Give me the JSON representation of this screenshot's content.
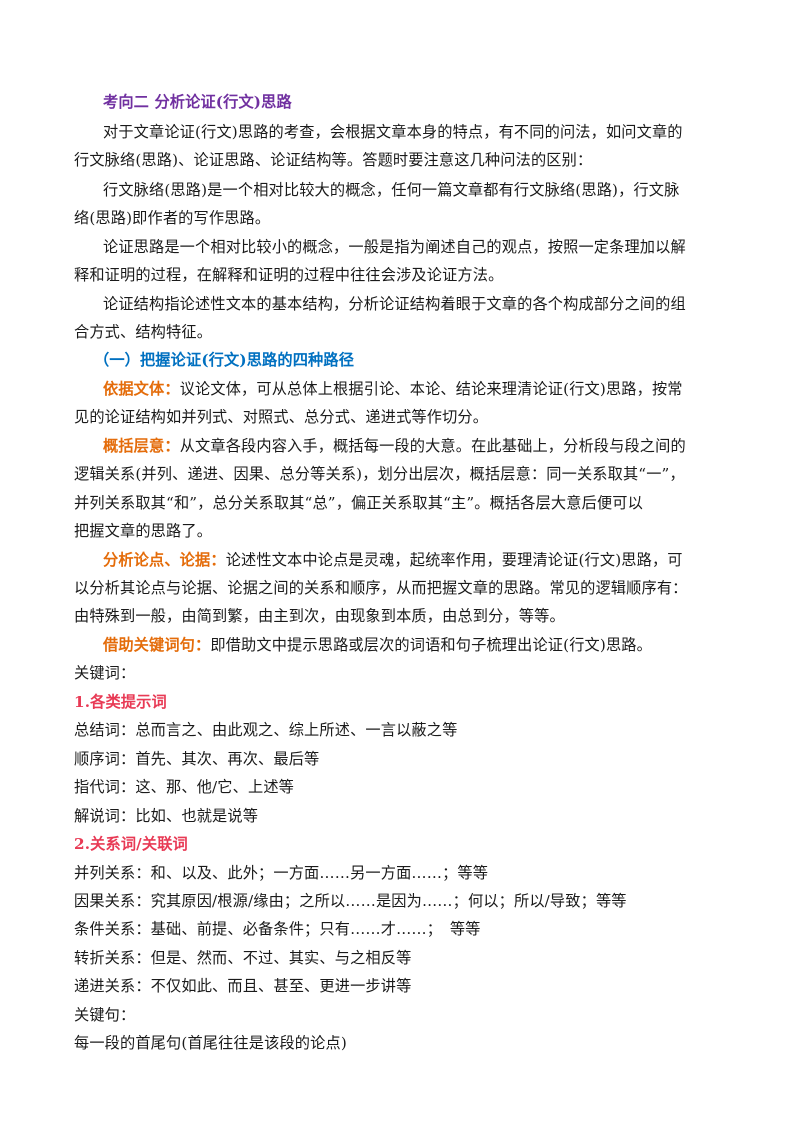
{
  "section_title": "考向二 分析论证(行文)思路",
  "p1": [
    "对于文章论证(行文)思路的考查，会根据文章本身的特点，有不同的问法，如问文章的",
    "行文脉络(思路)、论证思路、论证结构等。答题时要注意这几种问法的区别："
  ],
  "p2": [
    "行文脉络(思路)是一个相对比较大的概念，任何一篇文章都有行文脉络(思路)，行文脉",
    "络(思路)即作者的写作思路。"
  ],
  "p3": [
    "论证思路是一个相对比较小的概念，一般是指为阐述自己的观点，按照一定条理加以解",
    "释和证明的过程，在解释和证明的过程中往往会涉及论证方法。"
  ],
  "p4": [
    "论证结构指论述性文本的基本结构，分析论证结构着眼于文章的各个构成部分之间的组",
    "合方式、结构特征。"
  ],
  "subheading": "（一）把握论证(行文)思路的四种路径",
  "path1": {
    "label": "依据文体：",
    "lines": [
      "议论文体，可从总体上根据引论、本论、结论来理清论证(行文)思路，按常",
      "见的论证结构如并列式、对照式、总分式、递进式等作切分。"
    ]
  },
  "path2": {
    "label": "概括层意：",
    "lines": [
      "从文章各段内容入手，概括每一段的大意。在此基础上，分析段与段之间的",
      "逻辑关系(并列、递进、因果、总分等关系)，划分出层次，概括层意：同一关系取其“一”，",
      "并列关系取其“和”，总分关系取其“总”，偏正关系取其“主”。概括各层大意后便可以",
      "把握文章的思路了。"
    ]
  },
  "path3": {
    "label": "分析论点、论据：",
    "lines": [
      "论述性文本中论点是灵魂，起统率作用，要理清论证(行文)思路，可",
      "以分析其论点与论据、论据之间的关系和顺序，从而把握文章的思路。常见的逻辑顺序有：",
      "由特殊到一般，由简到繁，由主到次，由现象到本质，由总到分，等等。"
    ]
  },
  "path4": {
    "label": "借助关键词句：",
    "lines": [
      "即借助文中提示思路或层次的词语和句子梳理出论证(行文)思路。"
    ]
  },
  "kw_label": "关键词：",
  "cat1_title": "1.各类提示词",
  "cat1_items": [
    "总结词：总而言之、由此观之、综上所述、一言以蔽之等",
    "顺序词：首先、其次、再次、最后等",
    "指代词：这、那、他/它、上述等",
    "解说词：比如、也就是说等"
  ],
  "cat2_title": "2.关系词/关联词",
  "cat2_items": [
    "并列关系：和、以及、此外；一方面……另一方面……；等等",
    "因果关系：究其原因/根源/缘由；之所以……是因为……；何以；所以/导致；等等",
    "条件关系：基础、前提、必备条件；只有……才……；　等等",
    "转折关系：但是、然而、不过、其实、与之相反等",
    "递进关系：不仅如此、而且、甚至、更进一步讲等"
  ],
  "ks_label": "关键句：",
  "ks_text": "每一段的首尾句(首尾往往是该段的论点)"
}
